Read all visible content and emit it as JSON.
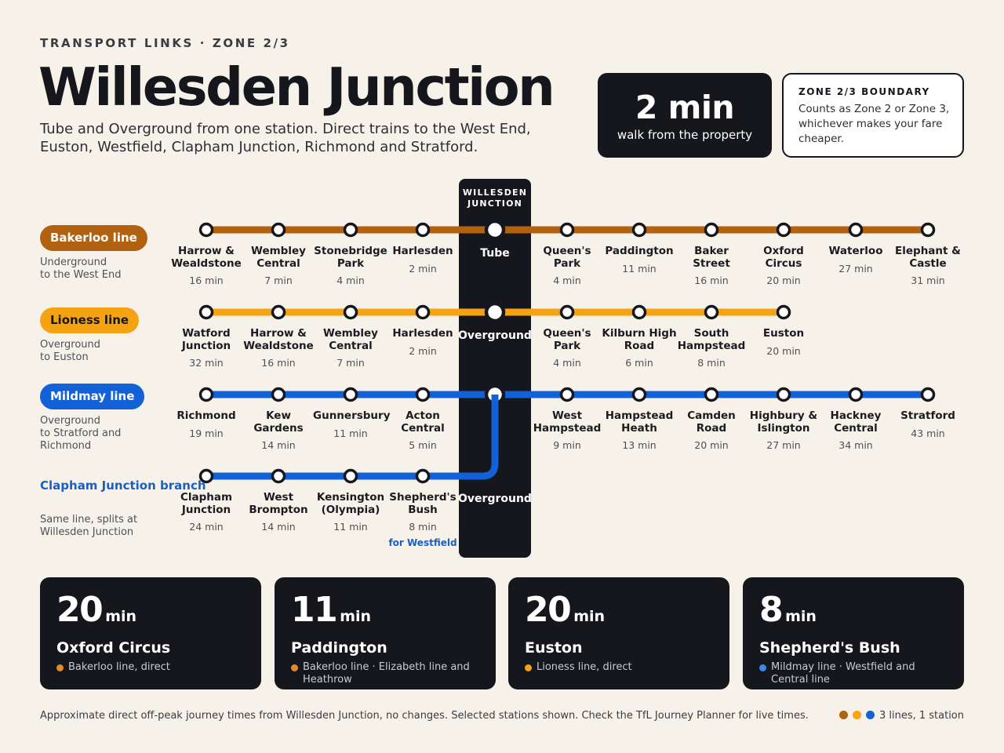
{
  "header": {
    "eyebrow": "TRANSPORT LINKS · ZONE 2/3",
    "title": "Willesden Junction",
    "subtitle": "Tube and Overground from one station. Direct trains to the West End, Euston, Westfield, Clapham Junction, Richmond and Stratford."
  },
  "walk": {
    "value": "2 min",
    "label": "walk from the property"
  },
  "zone": {
    "title": "ZONE 2/3 BOUNDARY",
    "text": "Counts as Zone 2 or Zone 3, whichever makes your fare cheaper."
  },
  "hub": {
    "title": "WILLESDEN\nJUNCTION",
    "modes": {
      "bakerloo": "Tube",
      "lioness": "Overground",
      "branch": "Overground"
    }
  },
  "colors": {
    "bakerloo": "#b26110",
    "lioness": "#f5a313",
    "mildmay": "#1361d6",
    "dark": "#15171c"
  },
  "lines": {
    "bakerloo": {
      "name": "Bakerloo line",
      "desc": "Underground\nto the West End",
      "stations": [
        {
          "name": "Harrow &\nWealdstone",
          "time": "16 min"
        },
        {
          "name": "Wembley\nCentral",
          "time": "7 min"
        },
        {
          "name": "Stonebridge\nPark",
          "time": "4 min"
        },
        {
          "name": "Harlesden",
          "time": "2 min"
        },
        {
          "name": "Queen's\nPark",
          "time": "4 min"
        },
        {
          "name": "Paddington",
          "time": "11 min"
        },
        {
          "name": "Baker Street",
          "time": "16 min"
        },
        {
          "name": "Oxford\nCircus",
          "time": "20 min"
        },
        {
          "name": "Waterloo",
          "time": "27 min"
        },
        {
          "name": "Elephant &\nCastle",
          "time": "31 min"
        }
      ]
    },
    "lioness": {
      "name": "Lioness line",
      "desc": "Overground\nto Euston",
      "stations": [
        {
          "name": "Watford\nJunction",
          "time": "32 min"
        },
        {
          "name": "Harrow &\nWealdstone",
          "time": "16 min"
        },
        {
          "name": "Wembley\nCentral",
          "time": "7 min"
        },
        {
          "name": "Harlesden",
          "time": "2 min"
        },
        {
          "name": "Queen's\nPark",
          "time": "4 min"
        },
        {
          "name": "Kilburn High\nRoad",
          "time": "6 min"
        },
        {
          "name": "South\nHampstead",
          "time": "8 min"
        },
        {
          "name": "Euston",
          "time": "20 min"
        }
      ]
    },
    "mildmay": {
      "name": "Mildmay line",
      "desc": "Overground\nto Stratford and\nRichmond",
      "stations": [
        {
          "name": "Richmond",
          "time": "19 min"
        },
        {
          "name": "Kew\nGardens",
          "time": "14 min"
        },
        {
          "name": "Gunnersbury",
          "time": "11 min"
        },
        {
          "name": "Acton\nCentral",
          "time": "5 min"
        },
        {
          "name": "West\nHampstead",
          "time": "9 min"
        },
        {
          "name": "Hampstead\nHeath",
          "time": "13 min"
        },
        {
          "name": "Camden\nRoad",
          "time": "20 min"
        },
        {
          "name": "Highbury &\nIslington",
          "time": "27 min"
        },
        {
          "name": "Hackney\nCentral",
          "time": "34 min"
        },
        {
          "name": "Stratford",
          "time": "43 min"
        }
      ]
    },
    "branch": {
      "name": "Clapham Junction branch",
      "desc": "Same line, splits at\nWillesden Junction",
      "stations": [
        {
          "name": "Clapham\nJunction",
          "time": "24 min"
        },
        {
          "name": "West\nBrompton",
          "time": "14 min"
        },
        {
          "name": "Kensington\n(Olympia)",
          "time": "11 min"
        },
        {
          "name": "Shepherd's\nBush",
          "time": "8 min",
          "note": "for Westfield"
        }
      ]
    }
  },
  "cards": [
    {
      "num": "20",
      "unit": "min",
      "dest": "Oxford Circus",
      "via": "Bakerloo line, direct",
      "color": "#e08a2c"
    },
    {
      "num": "11",
      "unit": "min",
      "dest": "Paddington",
      "via": "Bakerloo line · Elizabeth line and Heathrow",
      "color": "#e08a2c"
    },
    {
      "num": "20",
      "unit": "min",
      "dest": "Euston",
      "via": "Lioness line, direct",
      "color": "#f5a313"
    },
    {
      "num": "8",
      "unit": "min",
      "dest": "Shepherd's Bush",
      "via": "Mildmay line · Westfield and Central line",
      "color": "#3f86f0"
    }
  ],
  "footer": {
    "note": "Approximate direct off-peak journey times from Willesden Junction, no changes. Selected stations shown. Check the TfL Journey Planner for live times.",
    "legend": "3 lines, 1 station"
  }
}
